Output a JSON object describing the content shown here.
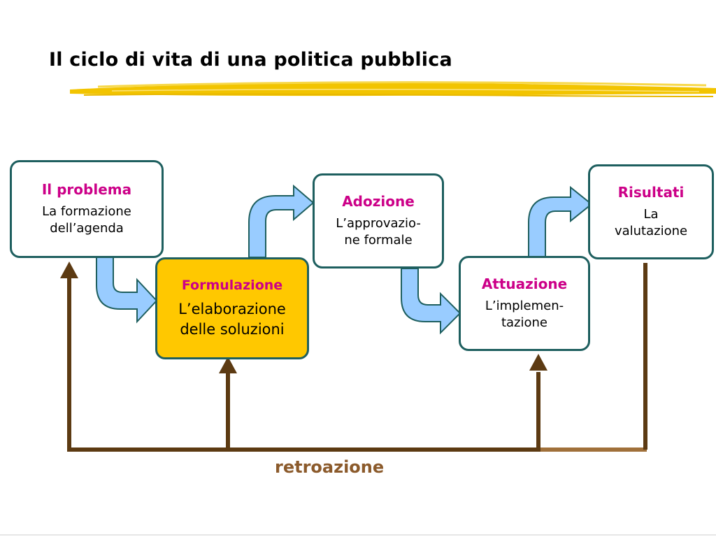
{
  "slide": {
    "title": "Il ciclo di vita di una politica pubblica"
  },
  "diagram": {
    "boxes": {
      "problema": {
        "title": "Il problema",
        "line1": "La formazione",
        "line2": "dell’agenda"
      },
      "formulazione": {
        "title": "Formulazione",
        "line1": "L’elaborazione",
        "line2": "delle soluzioni"
      },
      "adozione": {
        "title": "Adozione",
        "line1": "L’approvazio-",
        "line2": "ne formale"
      },
      "attuazione": {
        "title": "Attuazione",
        "line1": "L’implemen-",
        "line2": "tazione"
      },
      "risultati": {
        "title": "Risultati",
        "line1": "La",
        "line2": "valutazione"
      }
    },
    "feedback_label": "retroazione"
  },
  "colors": {
    "box_border": "#1e5f5f",
    "box_title": "#cc0088",
    "highlight_fill": "#ffc800",
    "flow_arrow_fill": "#99ccff",
    "flow_arrow_stroke": "#1e5f5f",
    "feedback_dark": "#5c3a12",
    "feedback_light": "#a0703a",
    "title_underline": "#f2c400"
  }
}
